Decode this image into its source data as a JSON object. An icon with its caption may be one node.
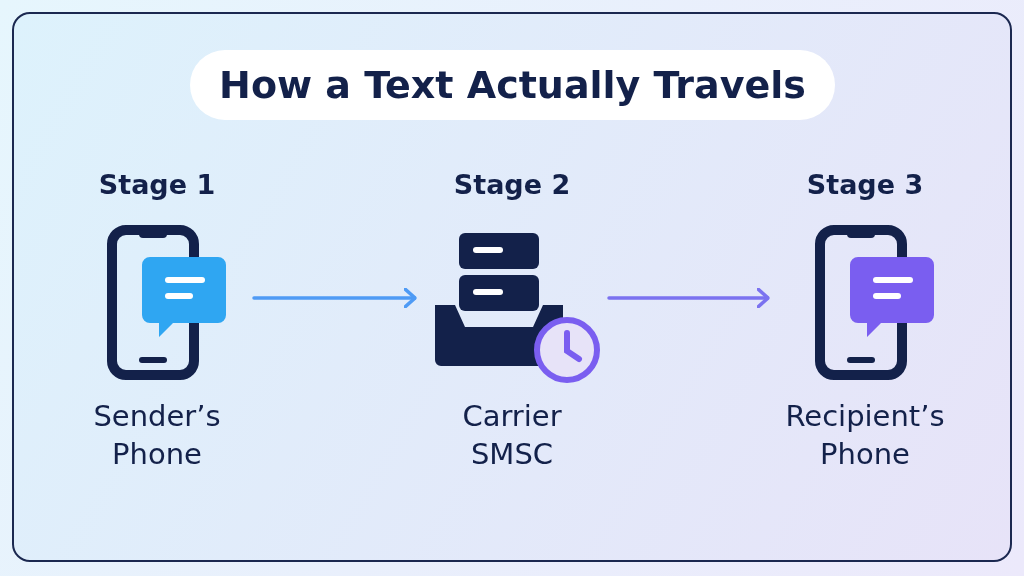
{
  "diagram": {
    "title": "How a Text Actually Travels",
    "nodes": [
      {
        "text": [
          "Stage 1",
          "Sender’s Phone"
        ]
      },
      {
        "text": [
          "Stage 2",
          "Carrier SMSC"
        ]
      },
      {
        "text": [
          "Stage 3",
          "Recipient’s Phone"
        ]
      }
    ],
    "edges": [
      {
        "from": 0,
        "to": 1,
        "arrow": "to",
        "color": "#4f9bf5"
      },
      {
        "from": 1,
        "to": 2,
        "arrow": "to",
        "color": "#7b72f0"
      }
    ]
  }
}
